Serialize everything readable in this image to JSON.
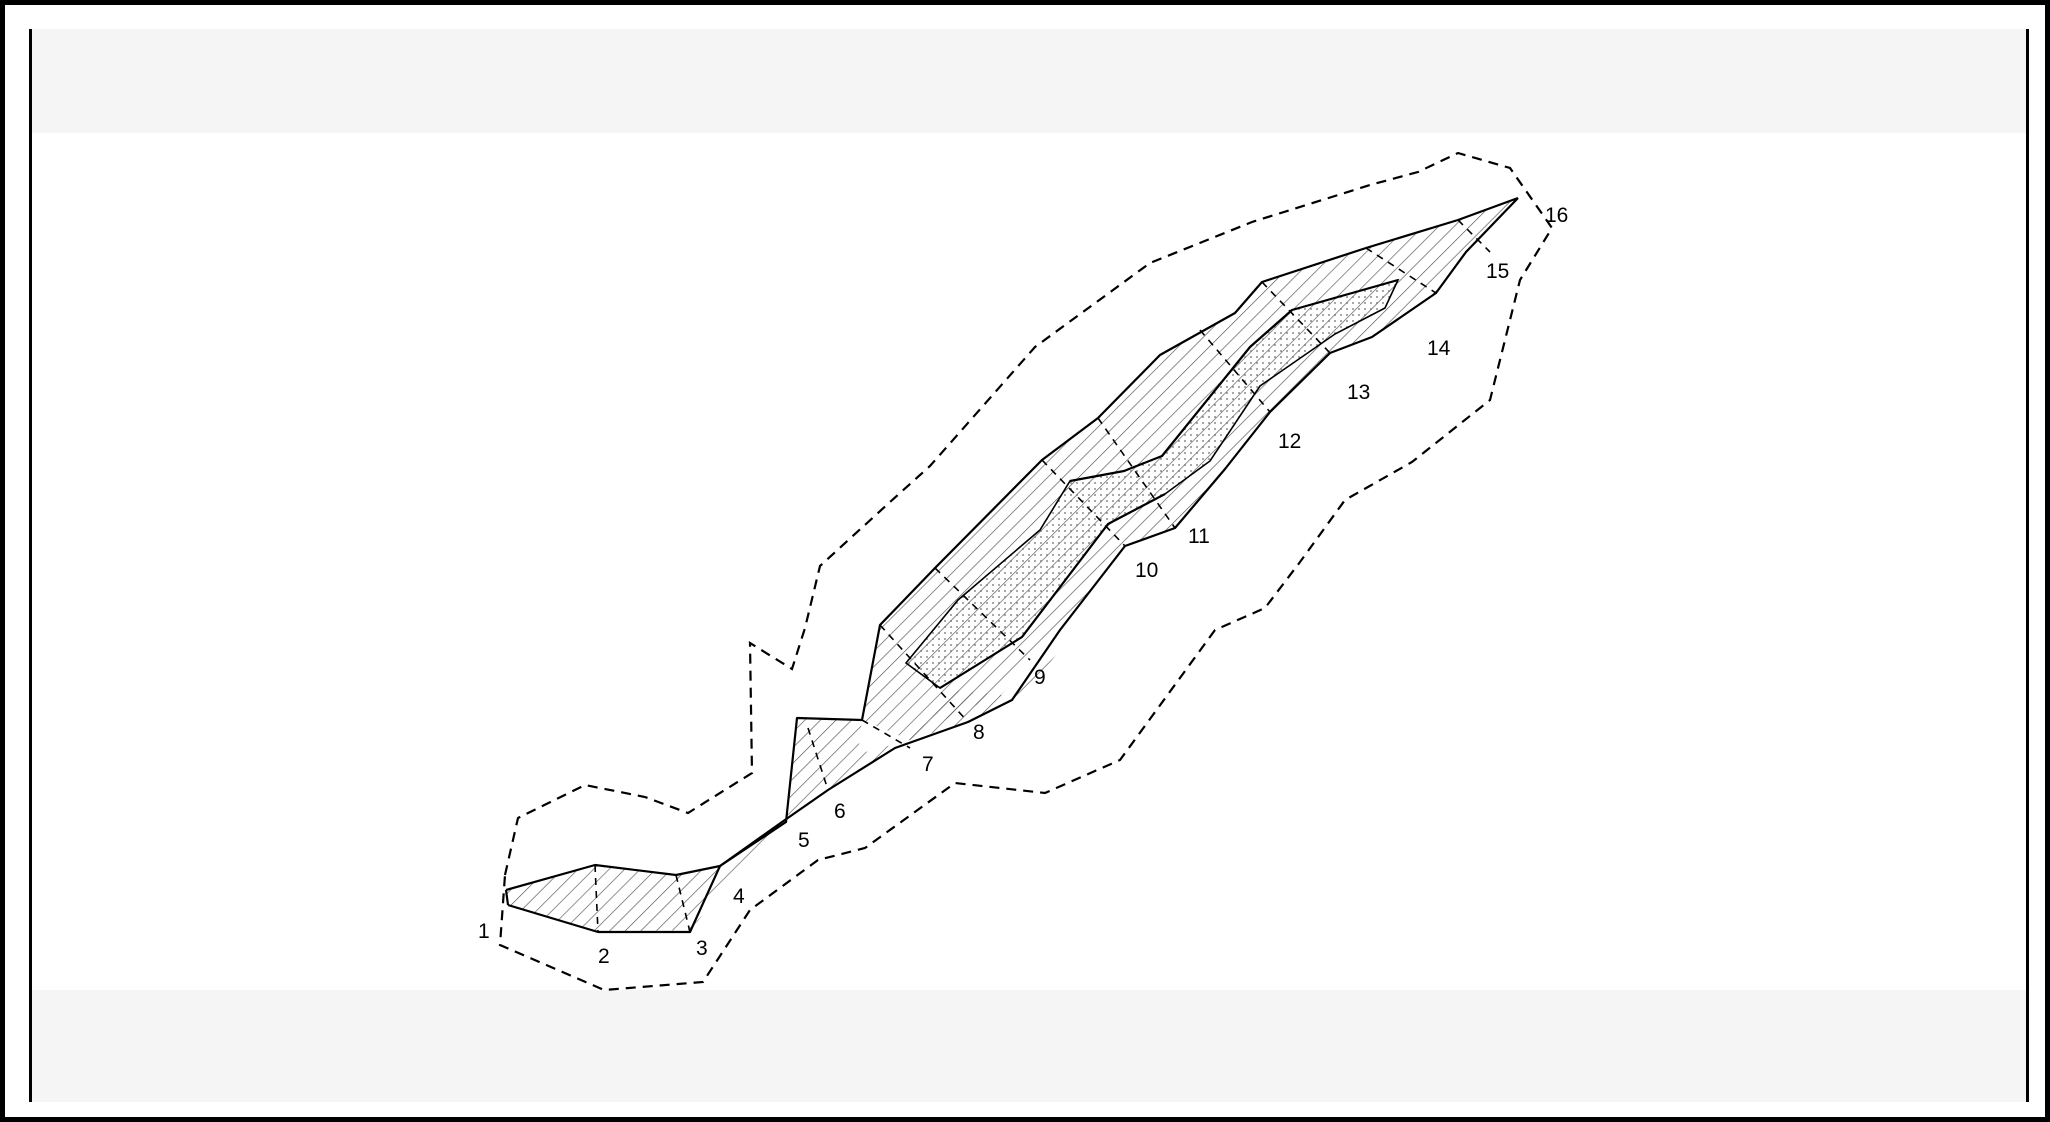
{
  "diagram": {
    "station_labels": [
      "1",
      "2",
      "3",
      "4",
      "5",
      "6",
      "7",
      "8",
      "9",
      "10",
      "11",
      "12",
      "13",
      "14",
      "15",
      "16"
    ],
    "colors": {
      "frame": "#000000",
      "band": "#f5f5f5",
      "outline": "#000000",
      "hatch": "#555555",
      "dots": "#6a6a6a",
      "background": "#ffffff"
    }
  }
}
